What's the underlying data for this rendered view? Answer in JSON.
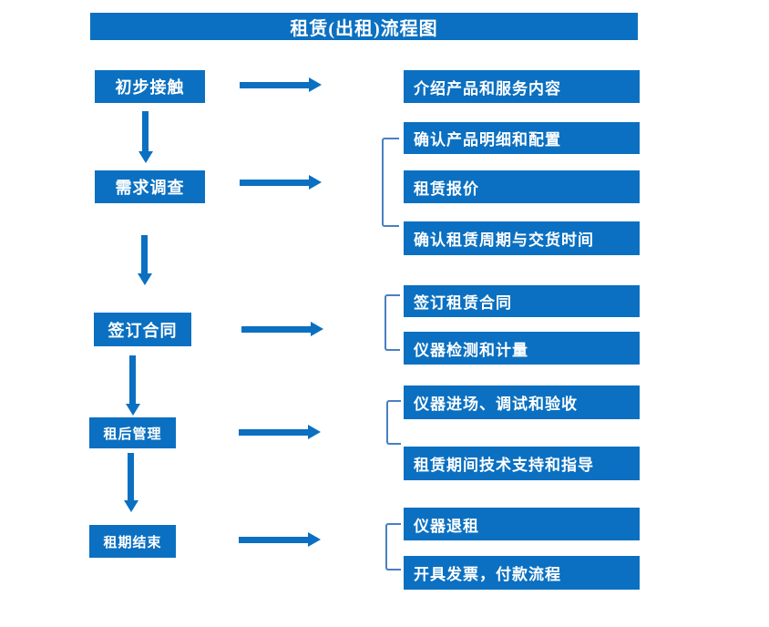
{
  "title": "租赁(出租)流程图",
  "colors": {
    "box_fill": "#0b70c1",
    "box_text": "#ffffff",
    "arrow": "#0b70c1",
    "bracket_stroke": "#4a7fc1",
    "background": "#ffffff"
  },
  "icons": {
    "flow_arrow_right": "css-triangle-right-arrow",
    "flow_arrow_down": "css-triangle-down-arrow",
    "group_bracket": "css-square-bracket"
  },
  "stages": [
    {
      "label": "初步接触",
      "outputs": [
        "介绍产品和服务内容"
      ]
    },
    {
      "label": "需求调查",
      "outputs": [
        "确认产品明细和配置",
        "租赁报价",
        "确认租赁周期与交货时间"
      ]
    },
    {
      "label": "签订合同",
      "outputs": [
        "签订租赁合同",
        "仪器检测和计量"
      ]
    },
    {
      "label": "租后管理",
      "outputs": [
        "仪器进场、调试和验收",
        "租赁期间技术支持和指导"
      ]
    },
    {
      "label": "租期结束",
      "outputs": [
        "仪器退租",
        "开具发票，付款流程"
      ]
    }
  ]
}
